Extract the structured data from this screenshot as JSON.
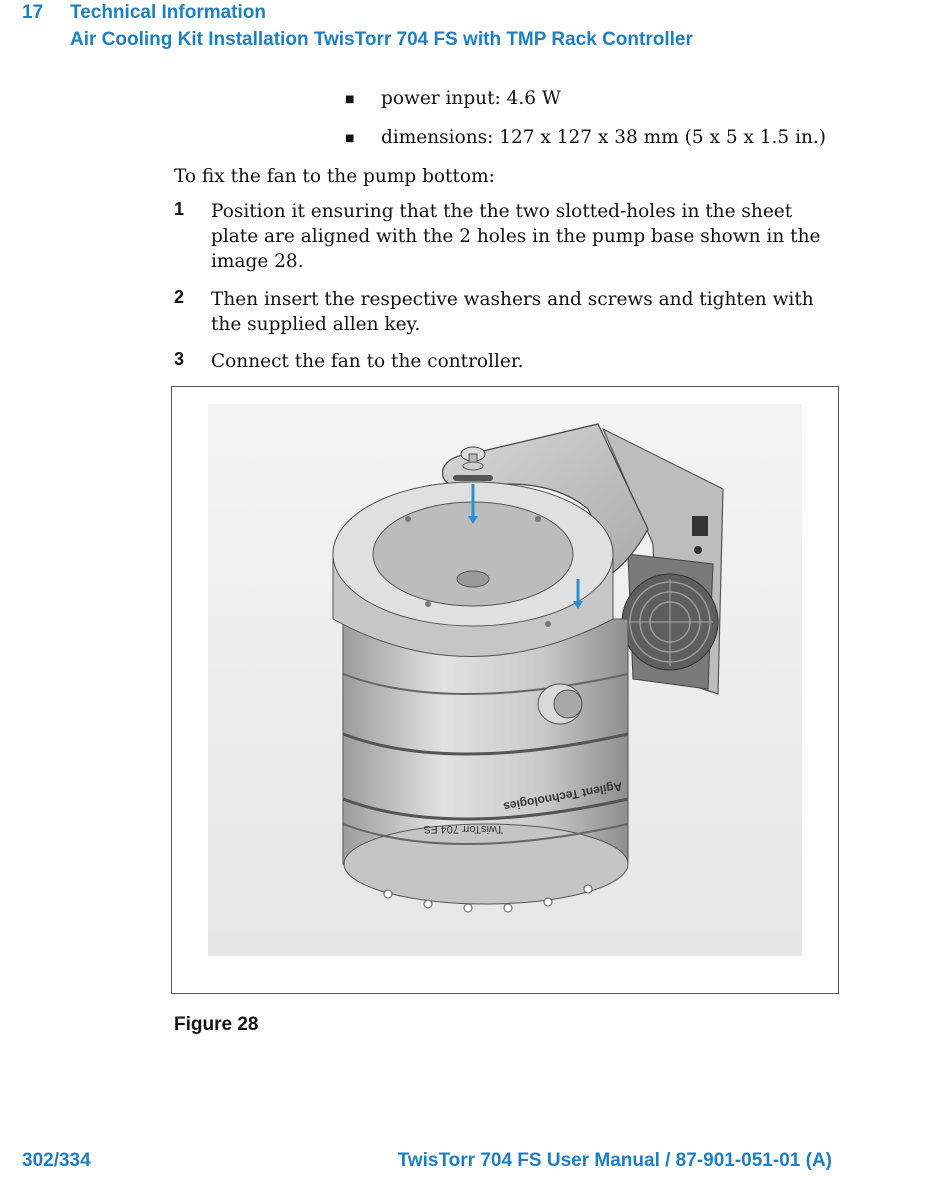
{
  "header": {
    "chapter_number": "17",
    "chapter_title": "Technical Information",
    "section_title": "Air Cooling Kit Installation TwisTorr 704 FS with TMP Rack Controller"
  },
  "bullets": [
    {
      "text": "power input: 4.6 W"
    },
    {
      "text": "dimensions: 127 x 127 x 38 mm (5 x 5 x 1.5 in.)"
    }
  ],
  "intro": "To fix the fan to the pump bottom:",
  "steps": [
    {
      "number": "1",
      "text": "Position it ensuring that the the two slotted-holes in the sheet plate are aligned with the 2 holes in the pump base shown in the image 28."
    },
    {
      "number": "2",
      "text": "Then insert the respective washers and screws and tighten with the supplied allen key."
    },
    {
      "number": "3",
      "text": "Connect the fan to the controller."
    }
  ],
  "figure": {
    "caption": "Figure 28",
    "label_model": "TwisTorr 704 FS",
    "label_brand": "Agilent Technologies"
  },
  "footer": {
    "page": "302/334",
    "manual": "TwisTorr 704 FS User Manual / 87-901-051-01 (A)"
  },
  "colors": {
    "accent": "#1f7fc1",
    "arrow": "#2a8fd6"
  }
}
